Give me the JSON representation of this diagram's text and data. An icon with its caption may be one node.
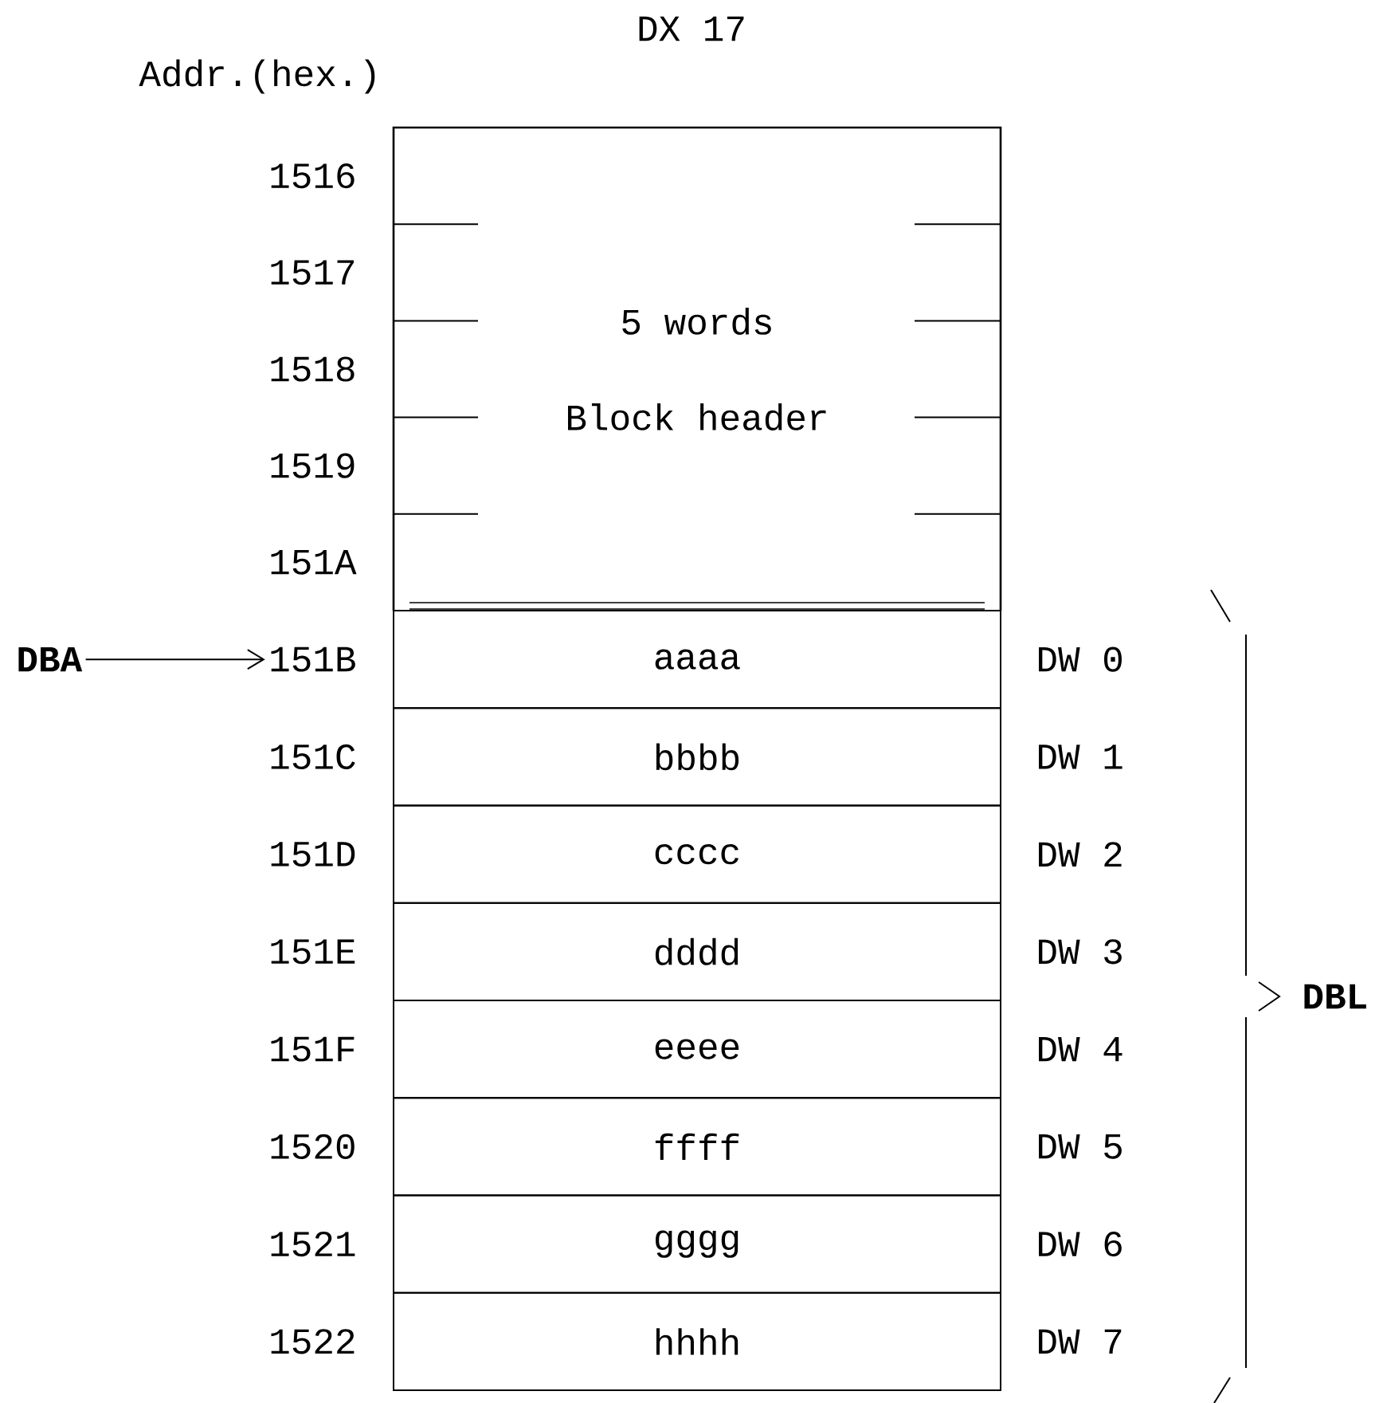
{
  "diagram": {
    "title": "DX 17",
    "nodes": [
      {
        "text": [
          "5 words",
          "Block header"
        ]
      },
      {
        "text": [
          "aaaa"
        ],
        "beside": [
          "DW 0"
        ]
      },
      {
        "text": [
          "bbbb"
        ],
        "beside": [
          "DW 1"
        ]
      },
      {
        "text": [
          "cccc"
        ],
        "beside": [
          "DW 2"
        ]
      },
      {
        "text": [
          "dddd"
        ],
        "beside": [
          "DW 3"
        ]
      },
      {
        "text": [
          "eeee"
        ],
        "beside": [
          "DW 4"
        ]
      },
      {
        "text": [
          "ffff"
        ],
        "beside": [
          "DW 5"
        ]
      },
      {
        "text": [
          "gggg"
        ],
        "beside": [
          "DW 6"
        ]
      },
      {
        "text": [
          "hhhh"
        ],
        "beside": [
          "DW 7"
        ]
      },
      {
        "text": [
          "**DBA**"
        ]
      },
      {
        "text": [
          "151B"
        ]
      }
    ],
    "edges": [
      {
        "from": 9,
        "to": 10,
        "arrow": "to"
      }
    ],
    "labels": [
      "Addr.(hex.)",
      "1516",
      "1517",
      "1518",
      "1519",
      "151A",
      "151C",
      "151D",
      "151E",
      "151F",
      "1520",
      "1521",
      "1522",
      "**DBL**"
    ]
  }
}
